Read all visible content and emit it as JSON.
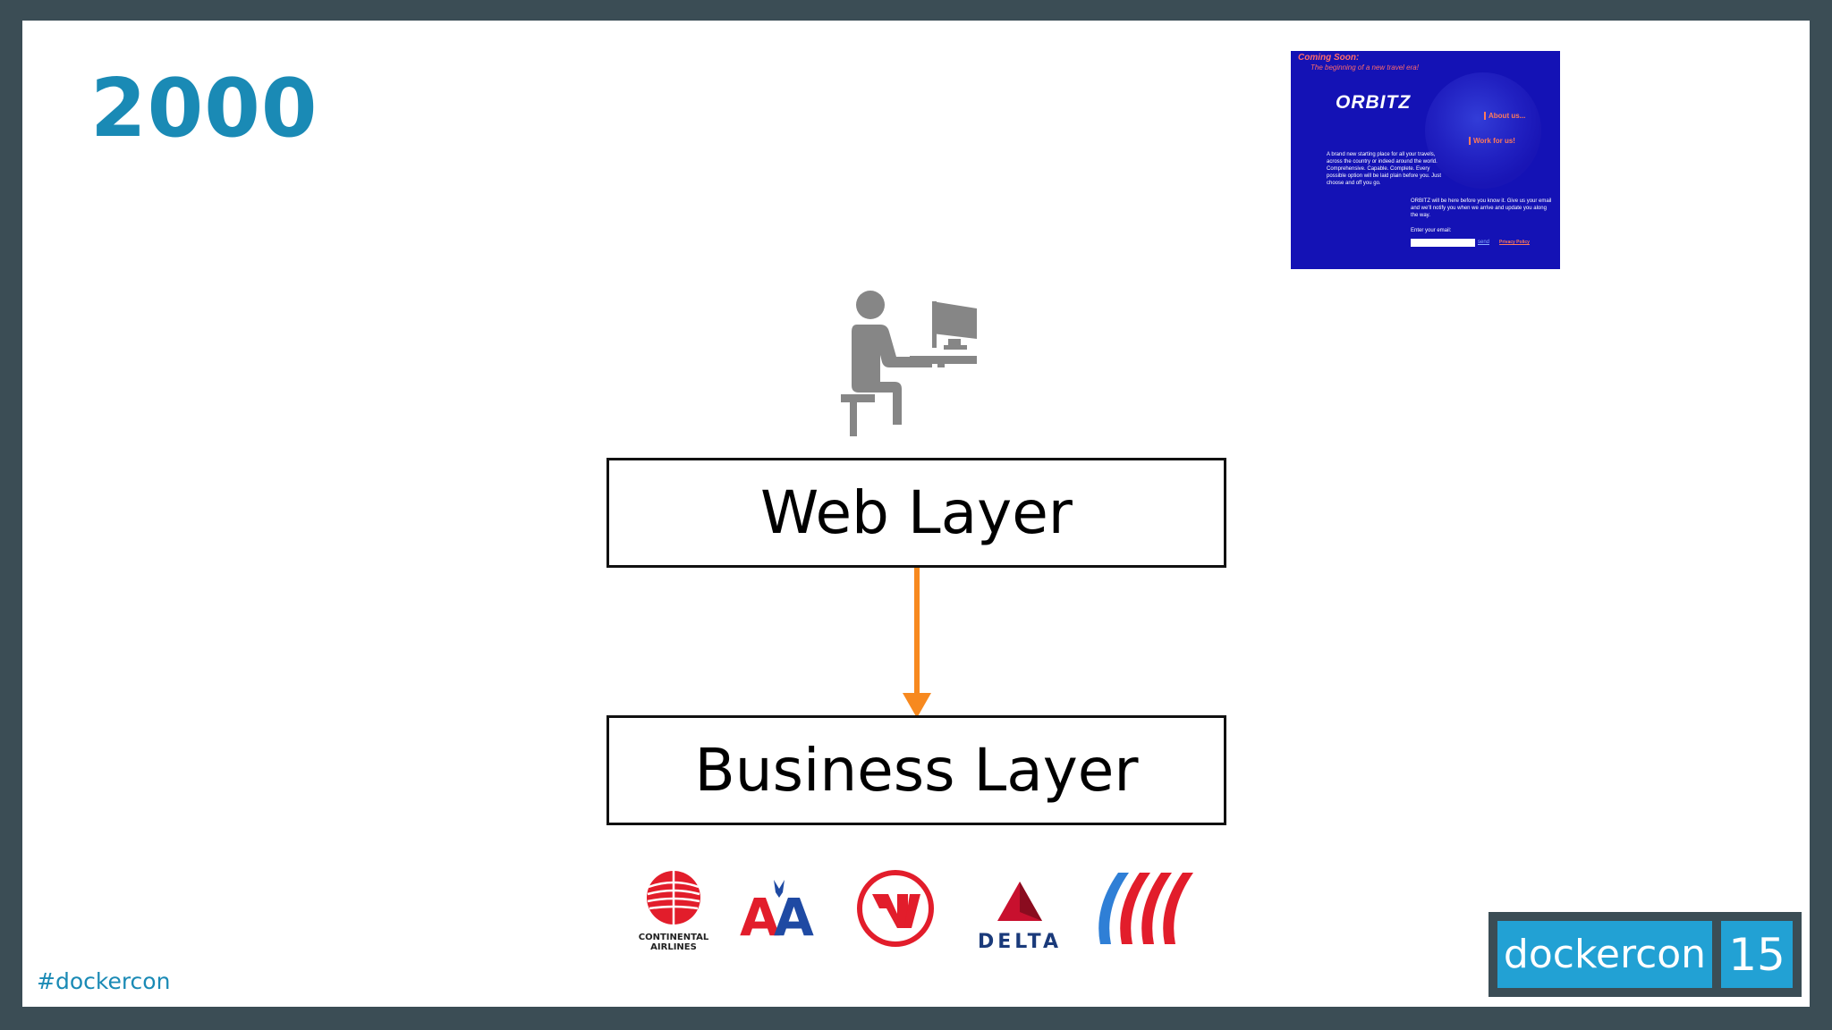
{
  "slide": {
    "year": "2000",
    "hashtag": "#dockercon"
  },
  "orbitz_screenshot": {
    "coming_soon": "Coming Soon:",
    "tagline": "The beginning of a new travel era!",
    "logo": "ORBITZ",
    "about_link": "About us...",
    "work_link": "Work for us!",
    "description": "A brand new starting place for all your travels, across the country or indeed around the world. Comprehensive. Capable. Complete. Every possible option will be laid plain before you. Just choose and off you go.",
    "notify_text": "ORBITZ will be here before you know it. Give us your email and we'll notify you when we arrive and update you along the way.",
    "email_label": "Enter your email:",
    "send_label": "send",
    "privacy_label": "Privacy Policy"
  },
  "diagram": {
    "web_layer": "Web Layer",
    "business_layer": "Business Layer",
    "arrow_color": "#f7891f",
    "user_icon": "person-at-computer-icon"
  },
  "airlines": [
    {
      "name": "Continental Airlines",
      "label_line1": "CONTINENTAL",
      "label_line2": "AIRLINES",
      "icon": "continental-logo"
    },
    {
      "name": "American Airlines",
      "icon": "american-airlines-logo"
    },
    {
      "name": "Northwest",
      "icon": "northwest-logo"
    },
    {
      "name": "Delta",
      "label": "DELTA",
      "icon": "delta-logo"
    },
    {
      "name": "United",
      "icon": "united-logo"
    }
  ],
  "badge": {
    "name": "dockercon",
    "number": "15"
  },
  "colors": {
    "accent": "#1a8ab5",
    "frame": "#3b4d55",
    "orbitz_bg": "#1412b5",
    "badge": "#22a1d4"
  }
}
